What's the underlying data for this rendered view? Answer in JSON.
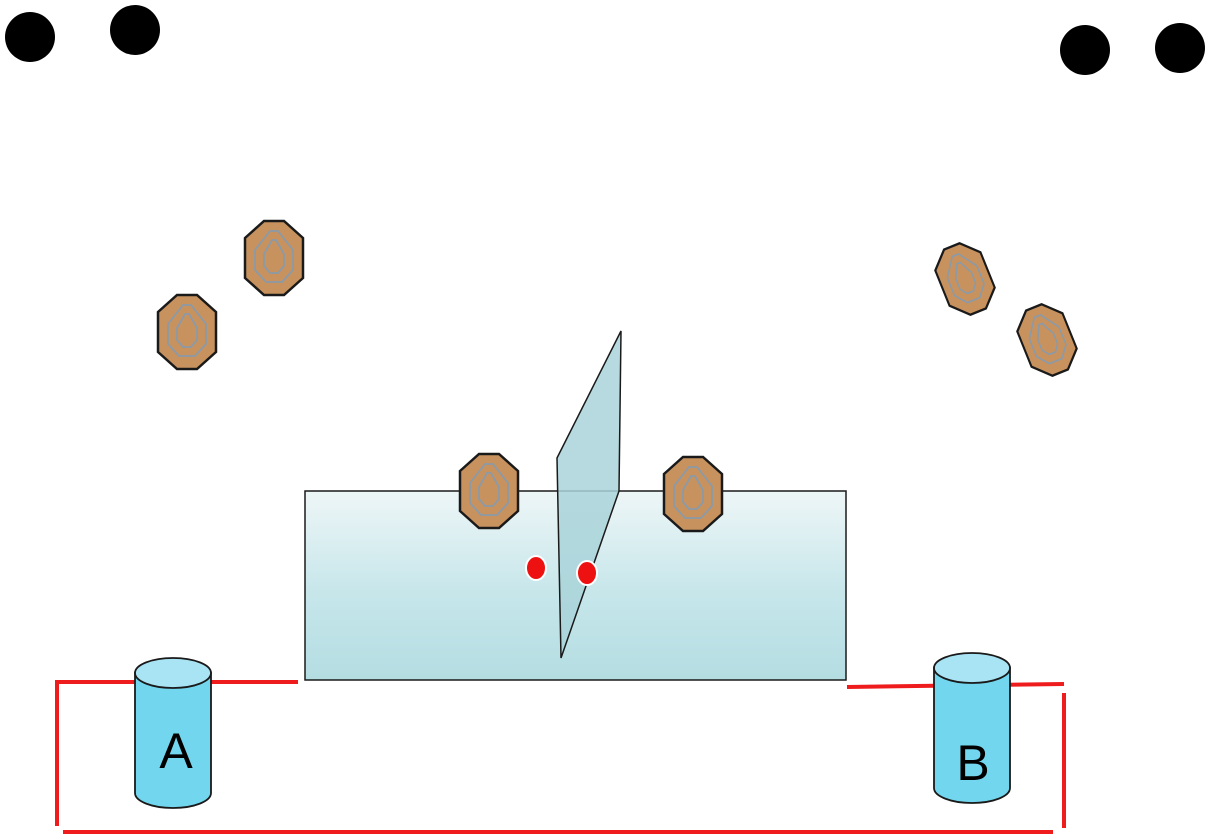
{
  "colors": {
    "background": "#ffffff",
    "dot": "#000000",
    "target_fill": "#c8925f",
    "target_stroke": "#1a1a1a",
    "target_rings": "#8a9aa8",
    "barricade_top": "#eef6f7",
    "barricade_bottom": "#b4dde2",
    "divider": "#a9d4d9",
    "barrel_body": "#72d7ee",
    "barrel_top": "#a8e4f4",
    "fault_line": "#ee1c1c",
    "shooting_mark": "#ee1111"
  },
  "icons": {
    "corner_dot": "filled-circle",
    "target": "octagon-steel-target",
    "barrel": "cylinder-barrel",
    "position_mark": "red-dot"
  },
  "barrels": {
    "left_label": "A",
    "right_label": "B"
  }
}
